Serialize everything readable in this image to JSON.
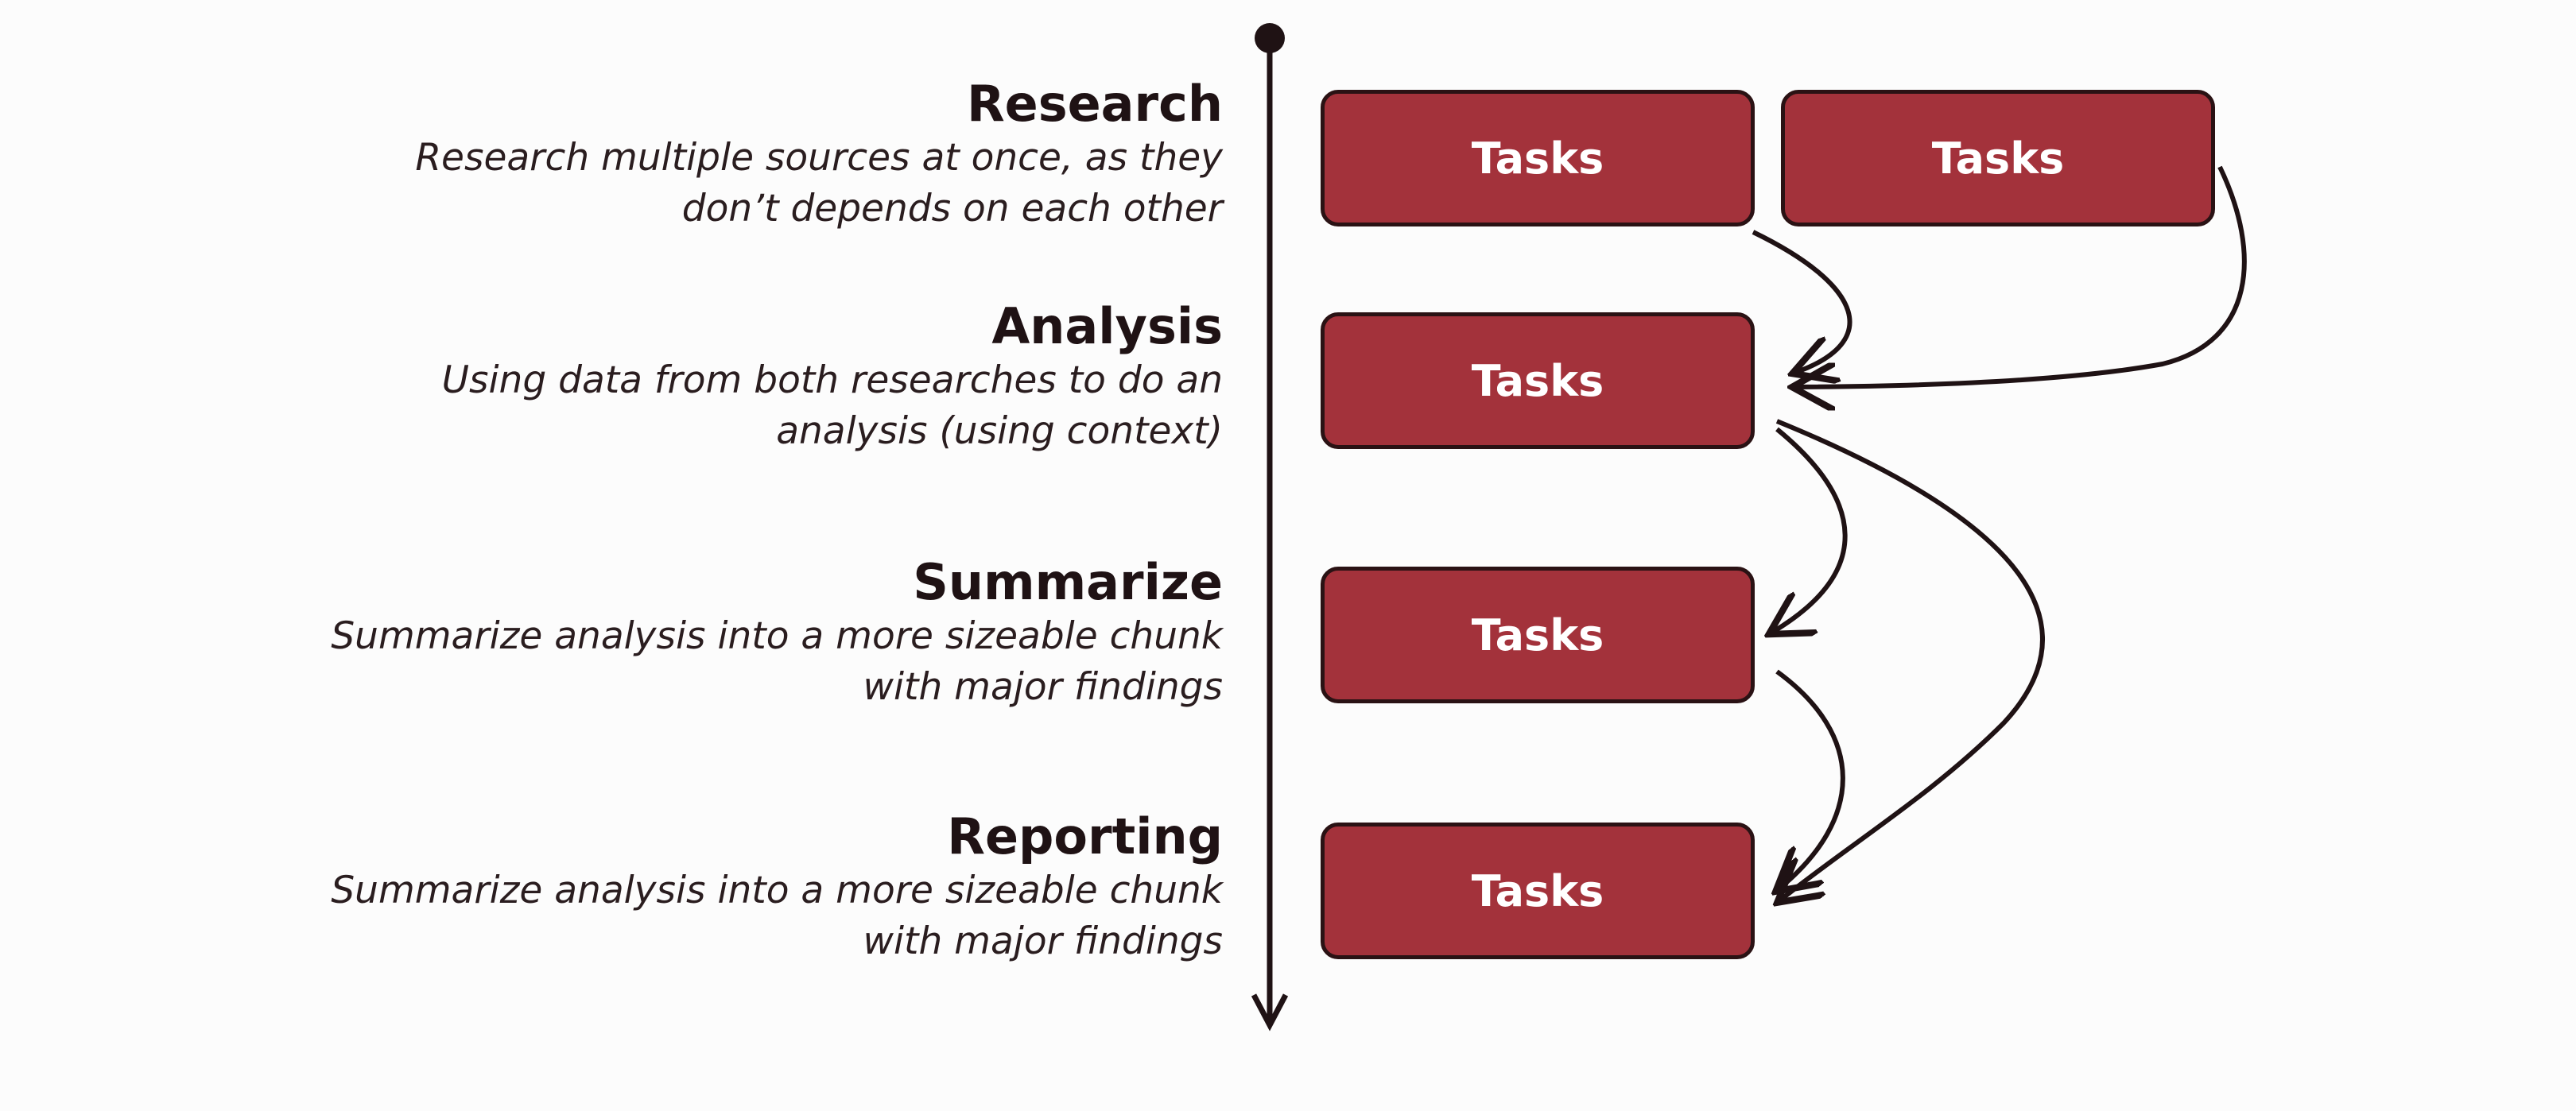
{
  "stages": [
    {
      "title": "Research",
      "description_lines": [
        "Research multiple sources at once, as they",
        "don’t depends on each other"
      ]
    },
    {
      "title": "Analysis",
      "description_lines": [
        "Using data from both researches to do an",
        "analysis (using context)"
      ]
    },
    {
      "title": "Summarize",
      "description_lines": [
        "Summarize analysis into a more sizeable chunk",
        "with major findings"
      ]
    },
    {
      "title": "Reporting",
      "description_lines": [
        "Summarize analysis into a more sizeable chunk",
        "with major findings"
      ]
    }
  ],
  "tasks": {
    "research_a": "Tasks",
    "research_b": "Tasks",
    "analysis": "Tasks",
    "summarize": "Tasks",
    "reporting": "Tasks"
  },
  "colors": {
    "task_fill": "#a3323b",
    "task_border": "#2a1214",
    "line": "#1f1214"
  }
}
